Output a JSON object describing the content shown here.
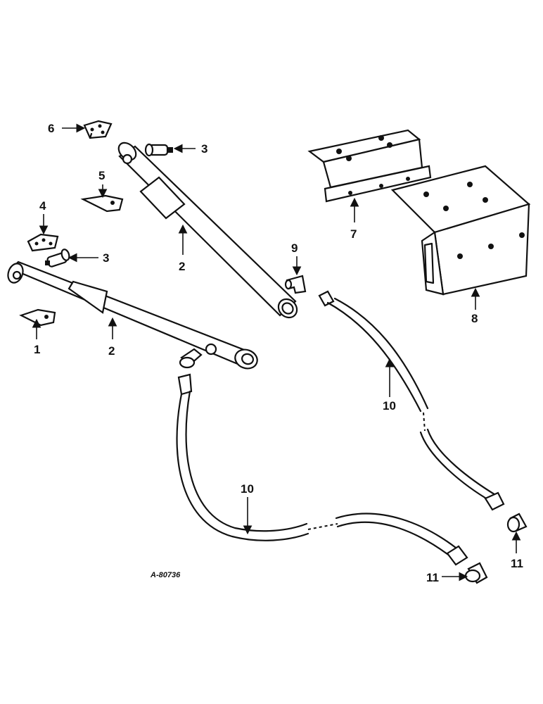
{
  "diagram": {
    "reference_code": "A-80736",
    "callouts": {
      "c1": "1",
      "c2a": "2",
      "c2b": "2",
      "c3a": "3",
      "c3b": "3",
      "c4": "4",
      "c5": "5",
      "c6": "6",
      "c7": "7",
      "c8": "8",
      "c9": "9",
      "c10a": "10",
      "c10b": "10",
      "c11a": "11",
      "c11b": "11"
    }
  }
}
